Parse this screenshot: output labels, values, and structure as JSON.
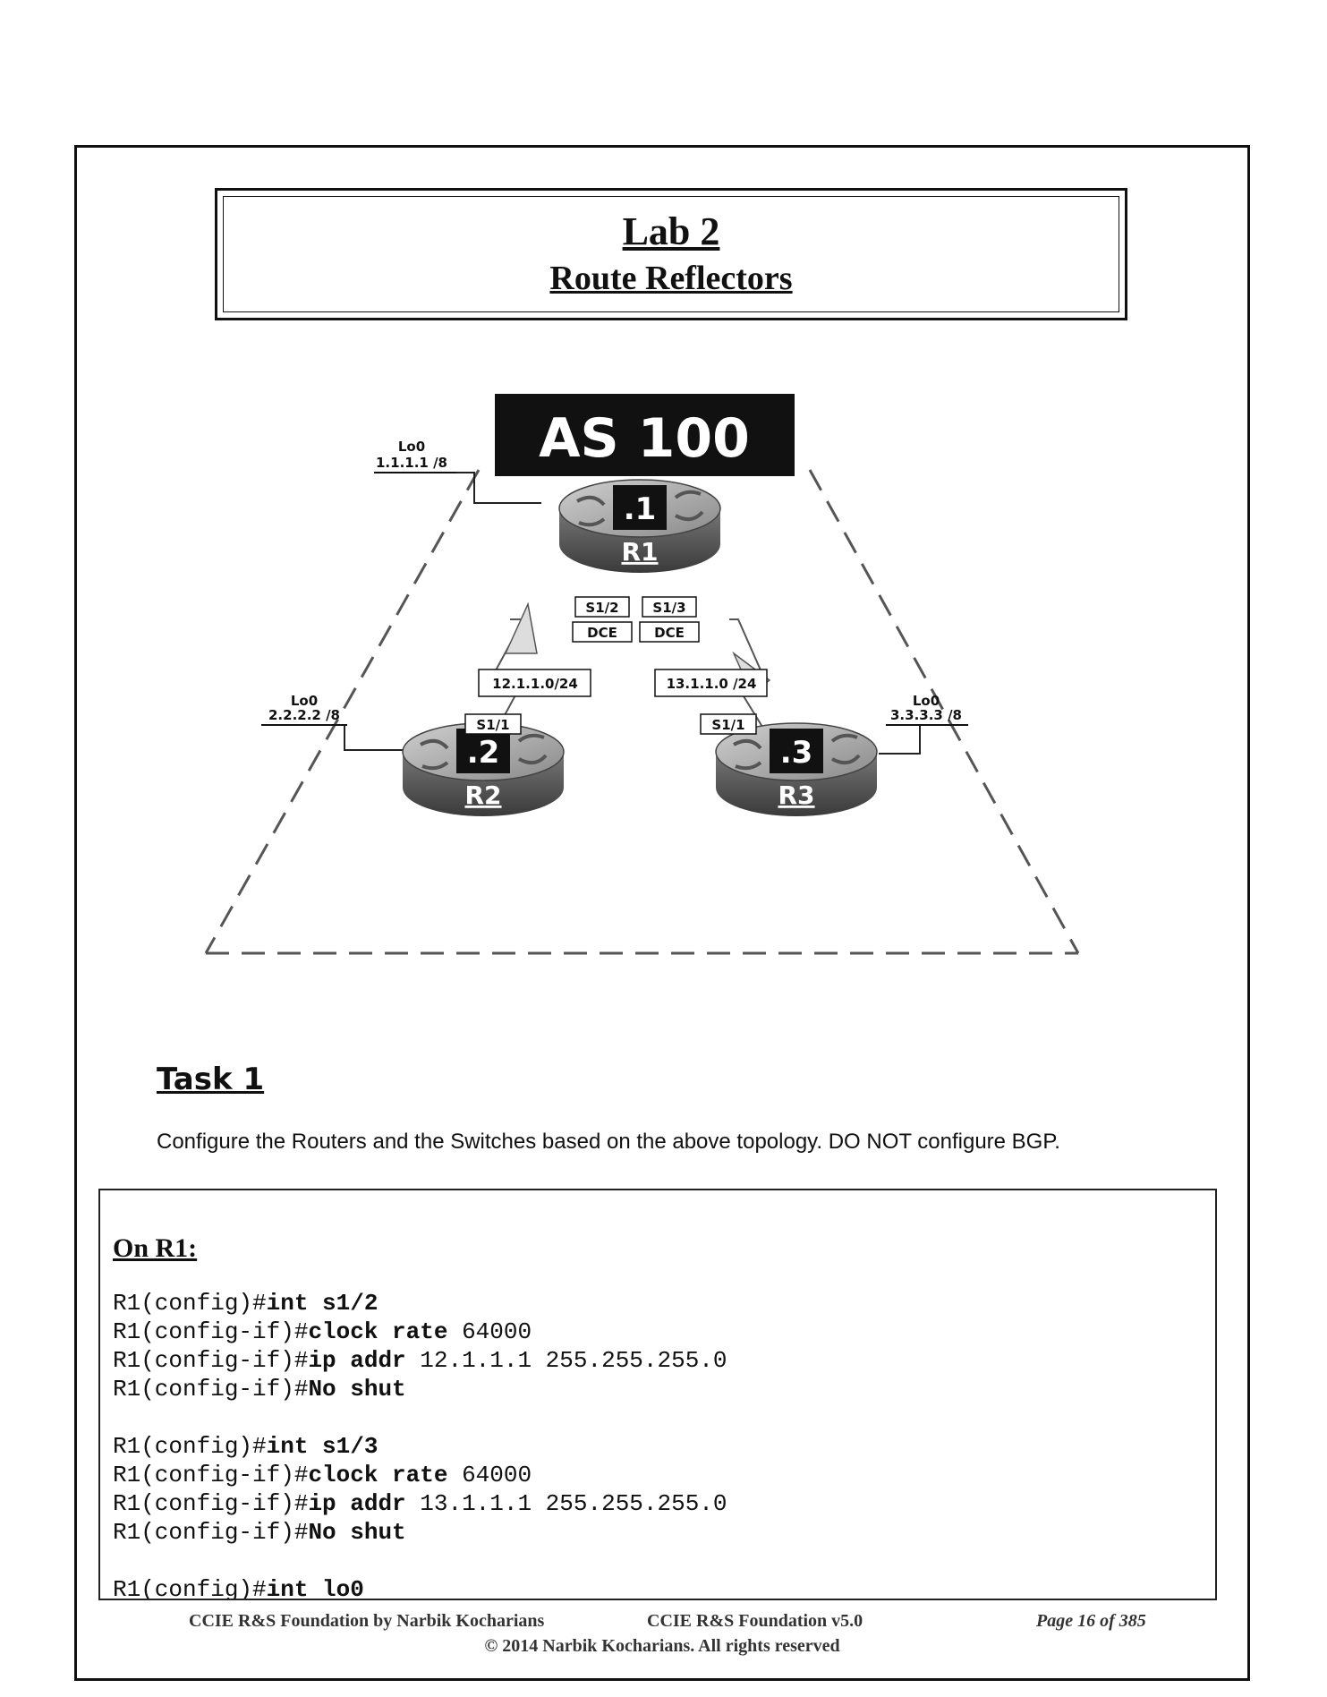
{
  "title": {
    "lab": "Lab 2",
    "topic": "Route Reflectors"
  },
  "diagram": {
    "as_label": "AS 100",
    "routers": [
      {
        "name": "R1",
        "host": ".1",
        "loopback": {
          "name": "Lo0",
          "address": "1.1.1.1 /8"
        }
      },
      {
        "name": "R2",
        "host": ".2",
        "loopback": {
          "name": "Lo0",
          "address": "2.2.2.2 /8"
        }
      },
      {
        "name": "R3",
        "host": ".3",
        "loopback": {
          "name": "Lo0",
          "address": "3.3.3.3 /8"
        }
      }
    ],
    "links": [
      {
        "r1_interface": "S1/2",
        "r1_role": "DCE",
        "network": "12.1.1.0/24",
        "remote_interface": "S1/1"
      },
      {
        "r1_interface": "S1/3",
        "r1_role": "DCE",
        "network": "13.1.1.0 /24",
        "remote_interface": "S1/1"
      }
    ]
  },
  "task": {
    "heading": "Task 1",
    "text": "Configure the Routers and the Switches based on the above topology. DO NOT configure BGP."
  },
  "config": {
    "heading": "On R1:",
    "lines": [
      {
        "prompt": "R1(config)#",
        "command": "int s1/2",
        "args": ""
      },
      {
        "prompt": "R1(config-if)#",
        "command": "clock rate",
        "args": " 64000"
      },
      {
        "prompt": "R1(config-if)#",
        "command": "ip addr",
        "args": " 12.1.1.1 255.255.255.0"
      },
      {
        "prompt": "R1(config-if)#",
        "command": "No shut",
        "args": ""
      },
      {
        "prompt": "",
        "command": "",
        "args": ""
      },
      {
        "prompt": "R1(config)#",
        "command": "int s1/3",
        "args": ""
      },
      {
        "prompt": "R1(config-if)#",
        "command": "clock rate",
        "args": " 64000"
      },
      {
        "prompt": "R1(config-if)#",
        "command": "ip addr",
        "args": " 13.1.1.1 255.255.255.0"
      },
      {
        "prompt": "R1(config-if)#",
        "command": "No shut",
        "args": ""
      },
      {
        "prompt": "",
        "command": "",
        "args": ""
      },
      {
        "prompt": "R1(config)#",
        "command": "int lo0",
        "args": ""
      }
    ]
  },
  "footer": {
    "left": "CCIE R&S Foundation by Narbik Kocharians",
    "middle": "CCIE R&S Foundation v5.0",
    "right": "Page 16 of 385",
    "copyright": "© 2014 Narbik Kocharians. All rights reserved"
  }
}
